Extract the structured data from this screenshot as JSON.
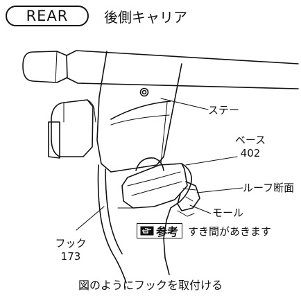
{
  "header": {
    "badge": "REAR",
    "title": "後側キャリア"
  },
  "callouts": {
    "stay": "ステー",
    "base_name": "ベース",
    "base_number": "402",
    "roof_section": "ルーフ断面",
    "mall": "モール",
    "hook_name": "フック",
    "hook_number": "173"
  },
  "note": {
    "tag": "参考",
    "text": "すき間があきます",
    "icon": "pointing-hand-icon"
  },
  "caption": "図のようにフックを取付ける"
}
